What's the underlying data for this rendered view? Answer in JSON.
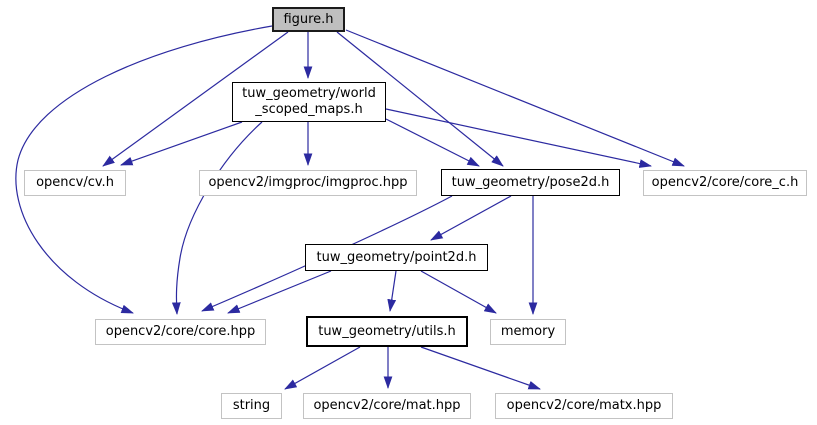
{
  "graph": {
    "nodes": {
      "figure": {
        "label": "figure.h"
      },
      "world_scoped_maps": {
        "label": "tuw_geometry/world\n_scoped_maps.h"
      },
      "cv": {
        "label": "opencv/cv.h"
      },
      "imgproc": {
        "label": "opencv2/imgproc/imgproc.hpp"
      },
      "pose2d": {
        "label": "tuw_geometry/pose2d.h"
      },
      "core_c": {
        "label": "opencv2/core/core_c.h"
      },
      "point2d": {
        "label": "tuw_geometry/point2d.h"
      },
      "core_hpp": {
        "label": "opencv2/core/core.hpp"
      },
      "utils": {
        "label": "tuw_geometry/utils.h"
      },
      "memory": {
        "label": "memory"
      },
      "string": {
        "label": "string"
      },
      "mat": {
        "label": "opencv2/core/mat.hpp"
      },
      "matx": {
        "label": "opencv2/core/matx.hpp"
      }
    },
    "edges": [
      {
        "from": "figure.h",
        "to": "opencv/cv.h"
      },
      {
        "from": "figure.h",
        "to": "tuw_geometry/world_scoped_maps.h"
      },
      {
        "from": "figure.h",
        "to": "tuw_geometry/pose2d.h"
      },
      {
        "from": "figure.h",
        "to": "opencv2/core/core_c.h"
      },
      {
        "from": "figure.h",
        "to": "opencv2/core/core.hpp"
      },
      {
        "from": "tuw_geometry/world_scoped_maps.h",
        "to": "opencv/cv.h"
      },
      {
        "from": "tuw_geometry/world_scoped_maps.h",
        "to": "opencv2/imgproc/imgproc.hpp"
      },
      {
        "from": "tuw_geometry/world_scoped_maps.h",
        "to": "tuw_geometry/pose2d.h"
      },
      {
        "from": "tuw_geometry/world_scoped_maps.h",
        "to": "opencv2/core/core_c.h"
      },
      {
        "from": "tuw_geometry/world_scoped_maps.h",
        "to": "opencv2/core/core.hpp"
      },
      {
        "from": "tuw_geometry/pose2d.h",
        "to": "tuw_geometry/point2d.h"
      },
      {
        "from": "tuw_geometry/pose2d.h",
        "to": "memory"
      },
      {
        "from": "tuw_geometry/pose2d.h",
        "to": "opencv2/core/core.hpp"
      },
      {
        "from": "tuw_geometry/point2d.h",
        "to": "tuw_geometry/utils.h"
      },
      {
        "from": "tuw_geometry/point2d.h",
        "to": "memory"
      },
      {
        "from": "tuw_geometry/point2d.h",
        "to": "opencv2/core/core.hpp"
      },
      {
        "from": "tuw_geometry/utils.h",
        "to": "string"
      },
      {
        "from": "tuw_geometry/utils.h",
        "to": "opencv2/core/mat.hpp"
      },
      {
        "from": "tuw_geometry/utils.h",
        "to": "opencv2/core/matx.hpp"
      }
    ],
    "colors": {
      "edge": "#2c2aa0",
      "root_fill": "#bfbfbf",
      "internal_border": "#000000",
      "external_border": "#c3c3c3",
      "background": "#ffffff",
      "text": "#000000"
    }
  }
}
